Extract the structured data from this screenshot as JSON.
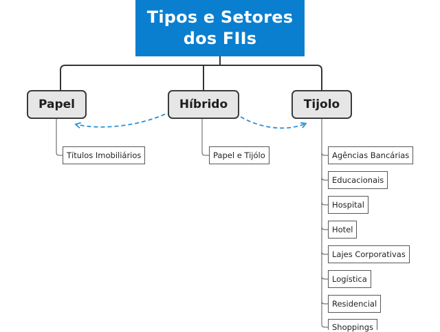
{
  "root": {
    "line1": "Tipos e Setores",
    "line2": "dos FIIs"
  },
  "categories": [
    {
      "label": "Papel"
    },
    {
      "label": "Híbrido"
    },
    {
      "label": "Tijolo"
    }
  ],
  "leaves": {
    "papel": [
      "Títulos Imobiliários"
    ],
    "hibrido": [
      "Papel e Tijólo"
    ],
    "tijolo": [
      "Agências Bancárias",
      "Educacionais",
      "Hospital",
      "Hotel",
      "Lajes Corporativas",
      "Logística",
      "Residencial",
      "Shoppings"
    ]
  },
  "colors": {
    "root_fill": "#0a7fd0",
    "node_fill": "#e6e6e6",
    "dashed_arrow": "#2a8fd6",
    "connector": "#333333"
  }
}
